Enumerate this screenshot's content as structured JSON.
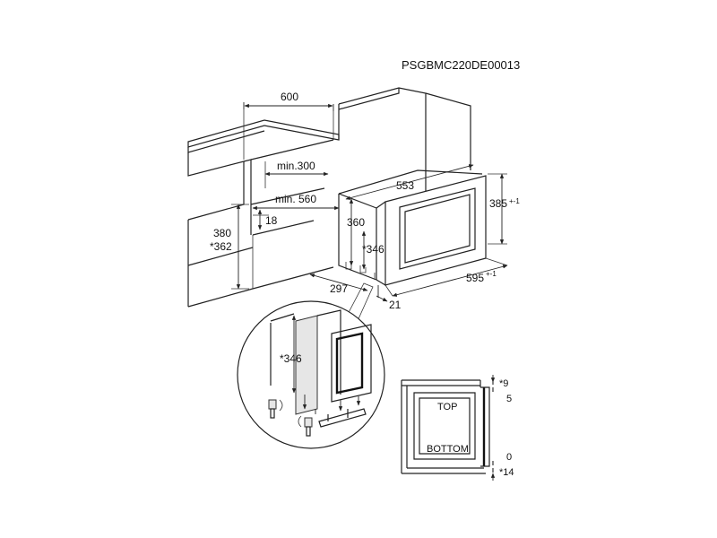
{
  "document_code": "PSGBMC220DE00013",
  "dimensions": {
    "cabinet_width": "600",
    "min_depth_top": "min.300",
    "min_depth": "min. 560",
    "gap_18": "18",
    "niche_height": "380",
    "niche_height_alt": "*362",
    "oven_depth": "553",
    "frame_height": "385",
    "frame_height_tol": "+-1",
    "body_height": "360",
    "body_height_alt": "*346",
    "frame_width": "595",
    "frame_width_tol": "+-1",
    "bracket_depth": "297",
    "front_offset": "21",
    "detail_height": "*346"
  },
  "section_view": {
    "top_label": "TOP",
    "bottom_label": "BOTTOM",
    "top_offset_alt": "*9",
    "top_offset": "5",
    "bottom_offset": "0",
    "bottom_offset_alt": "*14"
  }
}
